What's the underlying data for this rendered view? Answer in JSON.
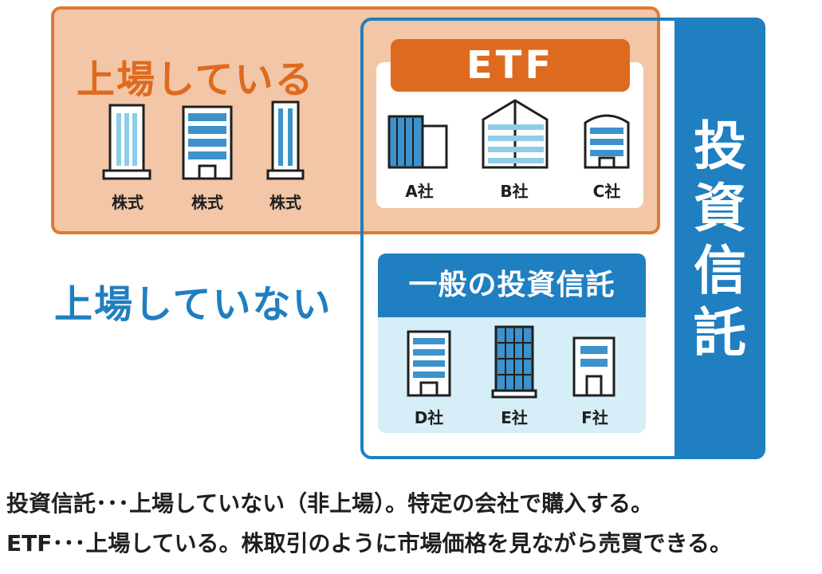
{
  "listed": {
    "title": "上場している",
    "stock_labels": [
      "株式",
      "株式",
      "株式"
    ]
  },
  "unlisted": {
    "title": "上場していない"
  },
  "investment_trust": {
    "label_chars": [
      "投",
      "資",
      "信",
      "託"
    ]
  },
  "etf": {
    "title": "ETF",
    "companies": [
      "A社",
      "B社",
      "C社"
    ]
  },
  "general_trust": {
    "title": "一般の投資信託",
    "companies": [
      "D社",
      "E社",
      "F社"
    ]
  },
  "notes": [
    "投資信託･･･上場していない（非上場）。特定の会社で購入する。",
    "ETF･･･上場している。株取引のように市場価格を見ながら売買できる。"
  ],
  "colors": {
    "orange": "#de6a1f",
    "orange_light": "#f2c6a6",
    "blue": "#1f7fc0",
    "light_blue": "#d6eef8"
  }
}
